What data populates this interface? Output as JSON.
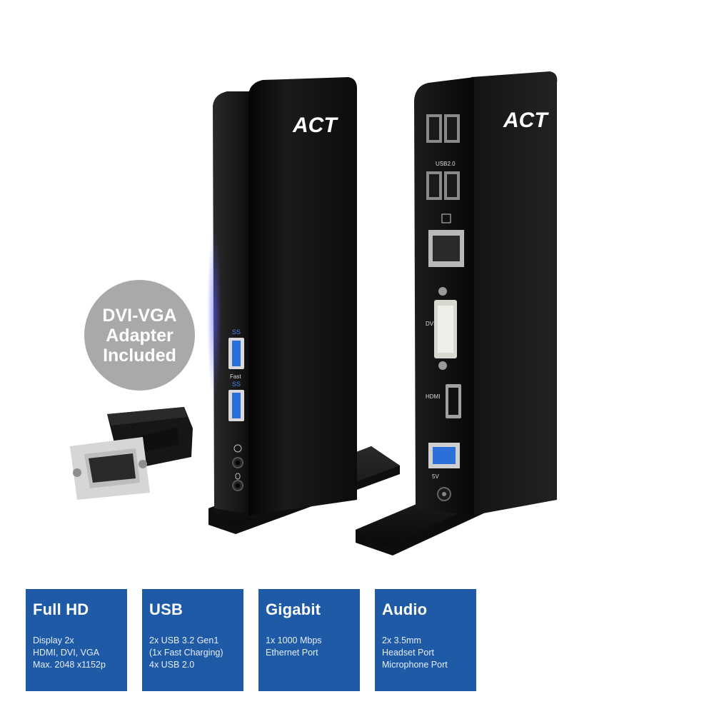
{
  "brand": {
    "logo_text": "ACT"
  },
  "front_ports": {
    "usb_top_label": "SS",
    "usb_bottom_label_line1": "Fast",
    "usb_bottom_label_line2": "SS"
  },
  "rear_ports": {
    "usb_label": "USB2.0",
    "dvi_label": "DVI",
    "hdmi_label": "HDMI",
    "power_label": "5V"
  },
  "badge": {
    "lines": [
      "DVI-VGA",
      "Adapter",
      "Included"
    ]
  },
  "features": [
    {
      "title": "Full HD",
      "lines": [
        "Display 2x",
        "HDMI, DVI, VGA",
        "Max. 2048 x1152p"
      ]
    },
    {
      "title": "USB",
      "lines": [
        "2x USB 3.2 Gen1",
        "(1x Fast Charging)",
        "4x USB 2.0"
      ]
    },
    {
      "title": "Gigabit",
      "lines": [
        "1x 1000 Mbps",
        "Ethernet Port"
      ]
    },
    {
      "title": "Audio",
      "lines": [
        "2x 3.5mm",
        "Headset Port",
        "Microphone Port"
      ]
    }
  ],
  "colors": {
    "feature_bg": "#1f5aa6",
    "badge_bg": "#a9a9a9",
    "device_body": "#151515",
    "usb3_blue": "#2b6fd8"
  }
}
